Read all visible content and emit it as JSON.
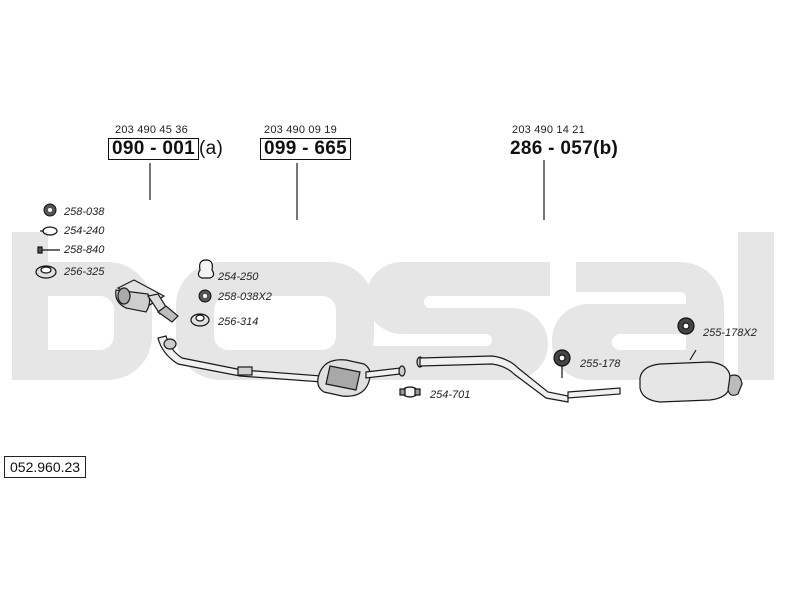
{
  "watermark": {
    "text": "bosal",
    "color": "#e6e6e6"
  },
  "assemblies": [
    {
      "oe_number": "203 490 45 36",
      "part_number": "090 - 001",
      "suffix": "(a)"
    },
    {
      "oe_number": "203 490 09 19",
      "part_number": "099 - 665",
      "suffix": ""
    },
    {
      "oe_number": "203 490 14 21",
      "part_number": "286 - 057(b)",
      "suffix": ""
    }
  ],
  "fittings": [
    {
      "ref": "258-038",
      "icon": "rubber-mount-icon"
    },
    {
      "ref": "254-240",
      "icon": "gasket-icon"
    },
    {
      "ref": "258-840",
      "icon": "bolt-icon"
    },
    {
      "ref": "256-325",
      "icon": "sealing-ring-icon"
    },
    {
      "ref": "254-250",
      "icon": "clamp-icon"
    },
    {
      "ref": "258-038X2",
      "icon": "rubber-mount-icon"
    },
    {
      "ref": "256-314",
      "icon": "sealing-ring-icon"
    },
    {
      "ref": "254-701",
      "icon": "clamp-icon"
    },
    {
      "ref": "255-178",
      "icon": "hanger-icon"
    },
    {
      "ref": "255-178X2",
      "icon": "hanger-icon"
    }
  ],
  "diagram_code": "052.960.23",
  "colors": {
    "line": "#1a1a1a",
    "part_fill": "#ececec",
    "part_shade": "#9a9a9a"
  }
}
